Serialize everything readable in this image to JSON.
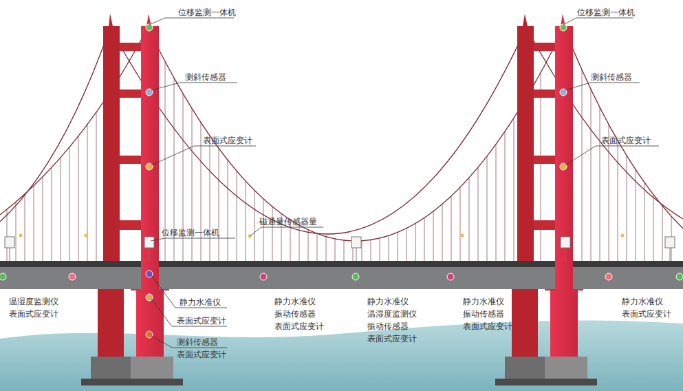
{
  "diagram": {
    "labels": [
      "位移监测一体机",
      "位移监测一体机",
      "测斜传感器",
      "测斜传感器",
      "表面式应变计",
      "表面式应变计",
      "位移监测一体机",
      "磁通量传感器量",
      "静力水准仪",
      "表面式应变计",
      "测斜传感器",
      "表面式应变计",
      "温湿度监测仪",
      "表面式应变计",
      "静力水准仪",
      "振动传感器",
      "表面式应变计",
      "静力水准仪",
      "温湿度监测仪",
      "振动传感器",
      "表面式应变计",
      "静力水准仪",
      "振动传感器",
      "表面式应变计",
      "静力水准仪",
      "表面式应变计"
    ]
  }
}
